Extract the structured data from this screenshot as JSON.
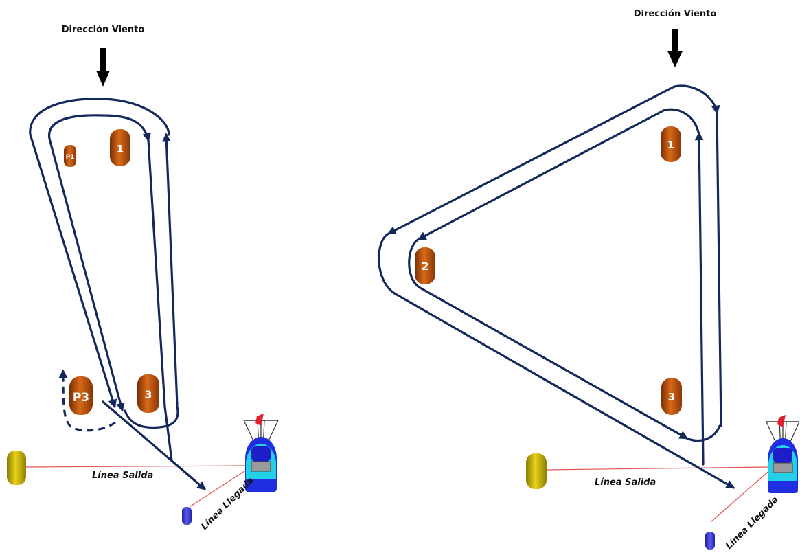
{
  "diagrams": [
    {
      "wind_label": "Dirección Viento",
      "buoys": [
        {
          "label": "P1"
        },
        {
          "label": "1"
        },
        {
          "label": "P3"
        },
        {
          "label": "3"
        }
      ],
      "start_line_label": "Línea Salida",
      "finish_line_label": "Línea Llegada"
    },
    {
      "wind_label": "Dirección Viento",
      "buoys": [
        {
          "label": "1"
        },
        {
          "label": "2"
        },
        {
          "label": "3"
        }
      ],
      "start_line_label": "Línea Salida",
      "finish_line_label": "Línea Llegada"
    }
  ],
  "colors": {
    "route": "#14285c",
    "mark_buoy": "#c4540f",
    "start_buoy": "#c8b400",
    "finish_buoy": "#3a3ad6",
    "line": "#e05555",
    "committee_boat_hull": "#1e2ee0",
    "committee_boat_deck": "#22d0e8",
    "flag": "#e0202a"
  },
  "icons": [
    "wind-arrow-icon",
    "committee-boat-icon",
    "flag-icon"
  ]
}
